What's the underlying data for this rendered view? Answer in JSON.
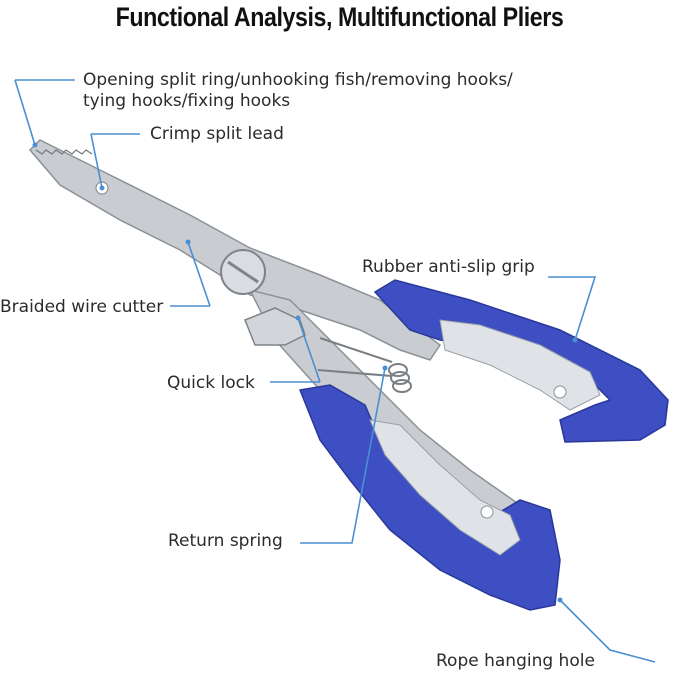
{
  "title": "Functional Analysis, Multifunctional Pliers",
  "colors": {
    "accent": "#3d4fc2",
    "accent_dark": "#2a3899",
    "callout_line": "#4a8fd4",
    "steel": "#c9cdd2",
    "steel_dark": "#8c9196",
    "text": "#2b2b2b"
  },
  "labels": {
    "opening_line1": "Opening split ring/unhooking fish/removing hooks/",
    "opening_line2": "tying hooks/fixing hooks",
    "crimp": "Crimp split lead",
    "rubber": "Rubber anti-slip grip",
    "braided": "Braided wire cutter",
    "quicklock": "Quick lock",
    "spring": "Return spring",
    "rope": "Rope hanging hole"
  }
}
